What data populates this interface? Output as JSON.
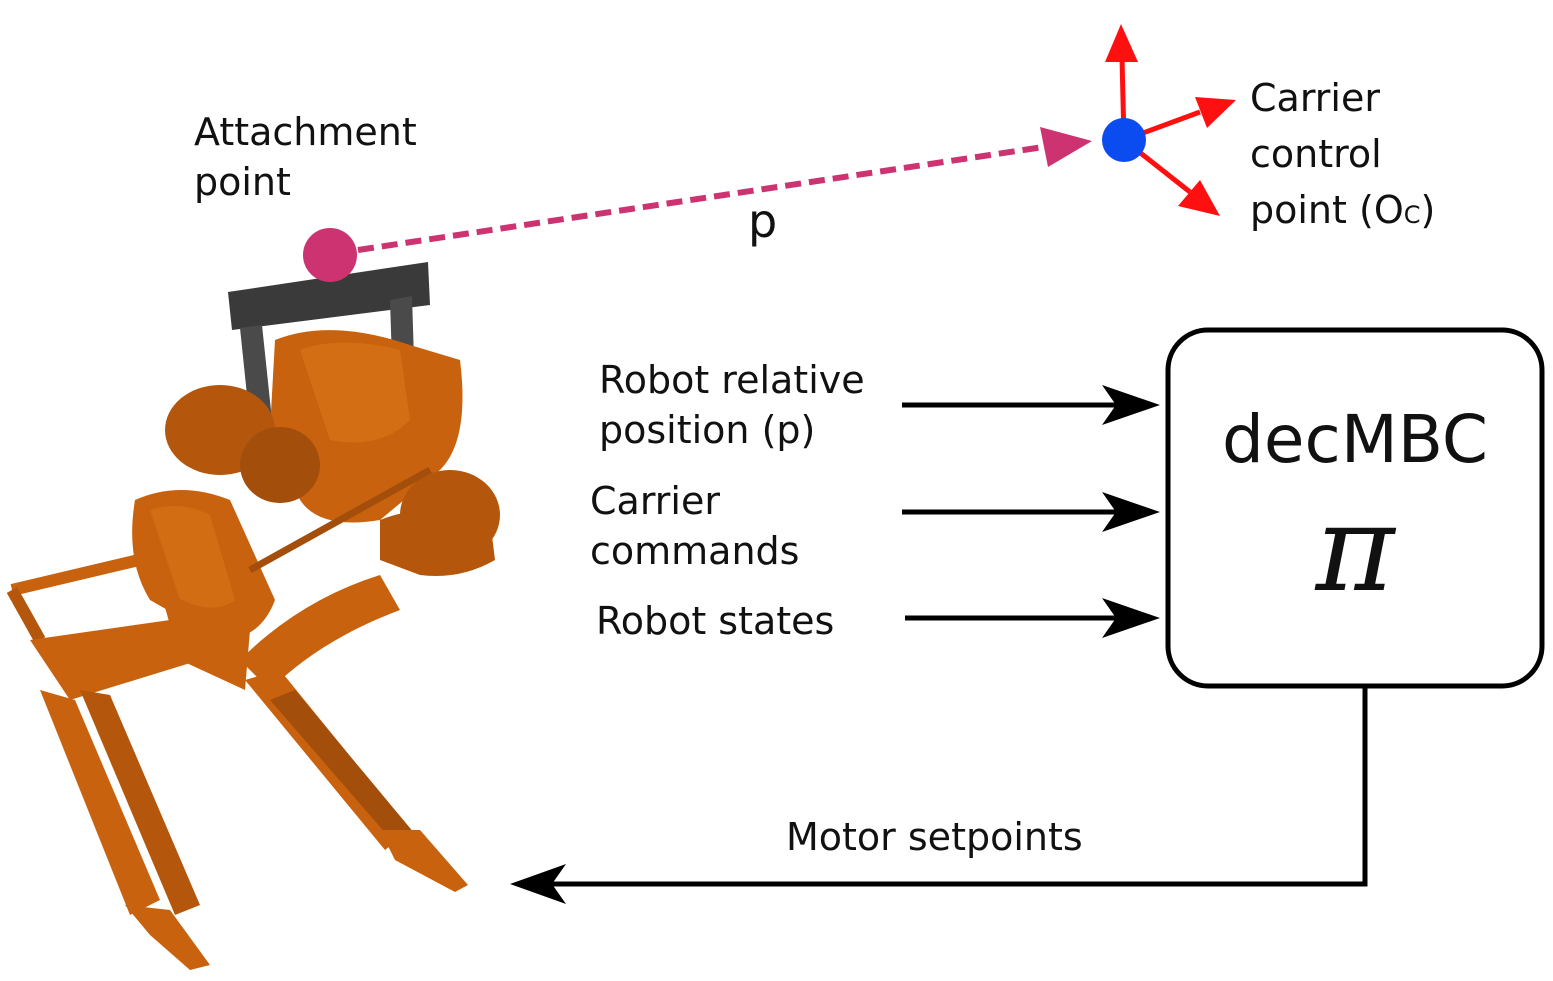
{
  "labels": {
    "attachment_line1": "Attachment",
    "attachment_line2": "point",
    "vector_p": "p",
    "carrier_line1": "Carrier",
    "carrier_line2": "control",
    "carrier_line3_main": "point (O",
    "carrier_line3_sub": "C",
    "carrier_line3_end": ")",
    "input_relpos_line1": "Robot relative",
    "input_relpos_line2": "position (p)",
    "input_cmd_line1": "Carrier",
    "input_cmd_line2": "commands",
    "input_states": "Robot states",
    "policy_name": "decMBC",
    "policy_symbol": "π",
    "output_label": "Motor setpoints"
  },
  "colors": {
    "attachment_point": "#cc3370",
    "vector_p": "#cc3370",
    "control_point": "#0b4cf0",
    "axes": "#ff1010",
    "robot_body": "#c8620e",
    "robot_shadow": "#8a3f06",
    "mount_bar": "#3a3a3a",
    "lines": "#000000"
  }
}
